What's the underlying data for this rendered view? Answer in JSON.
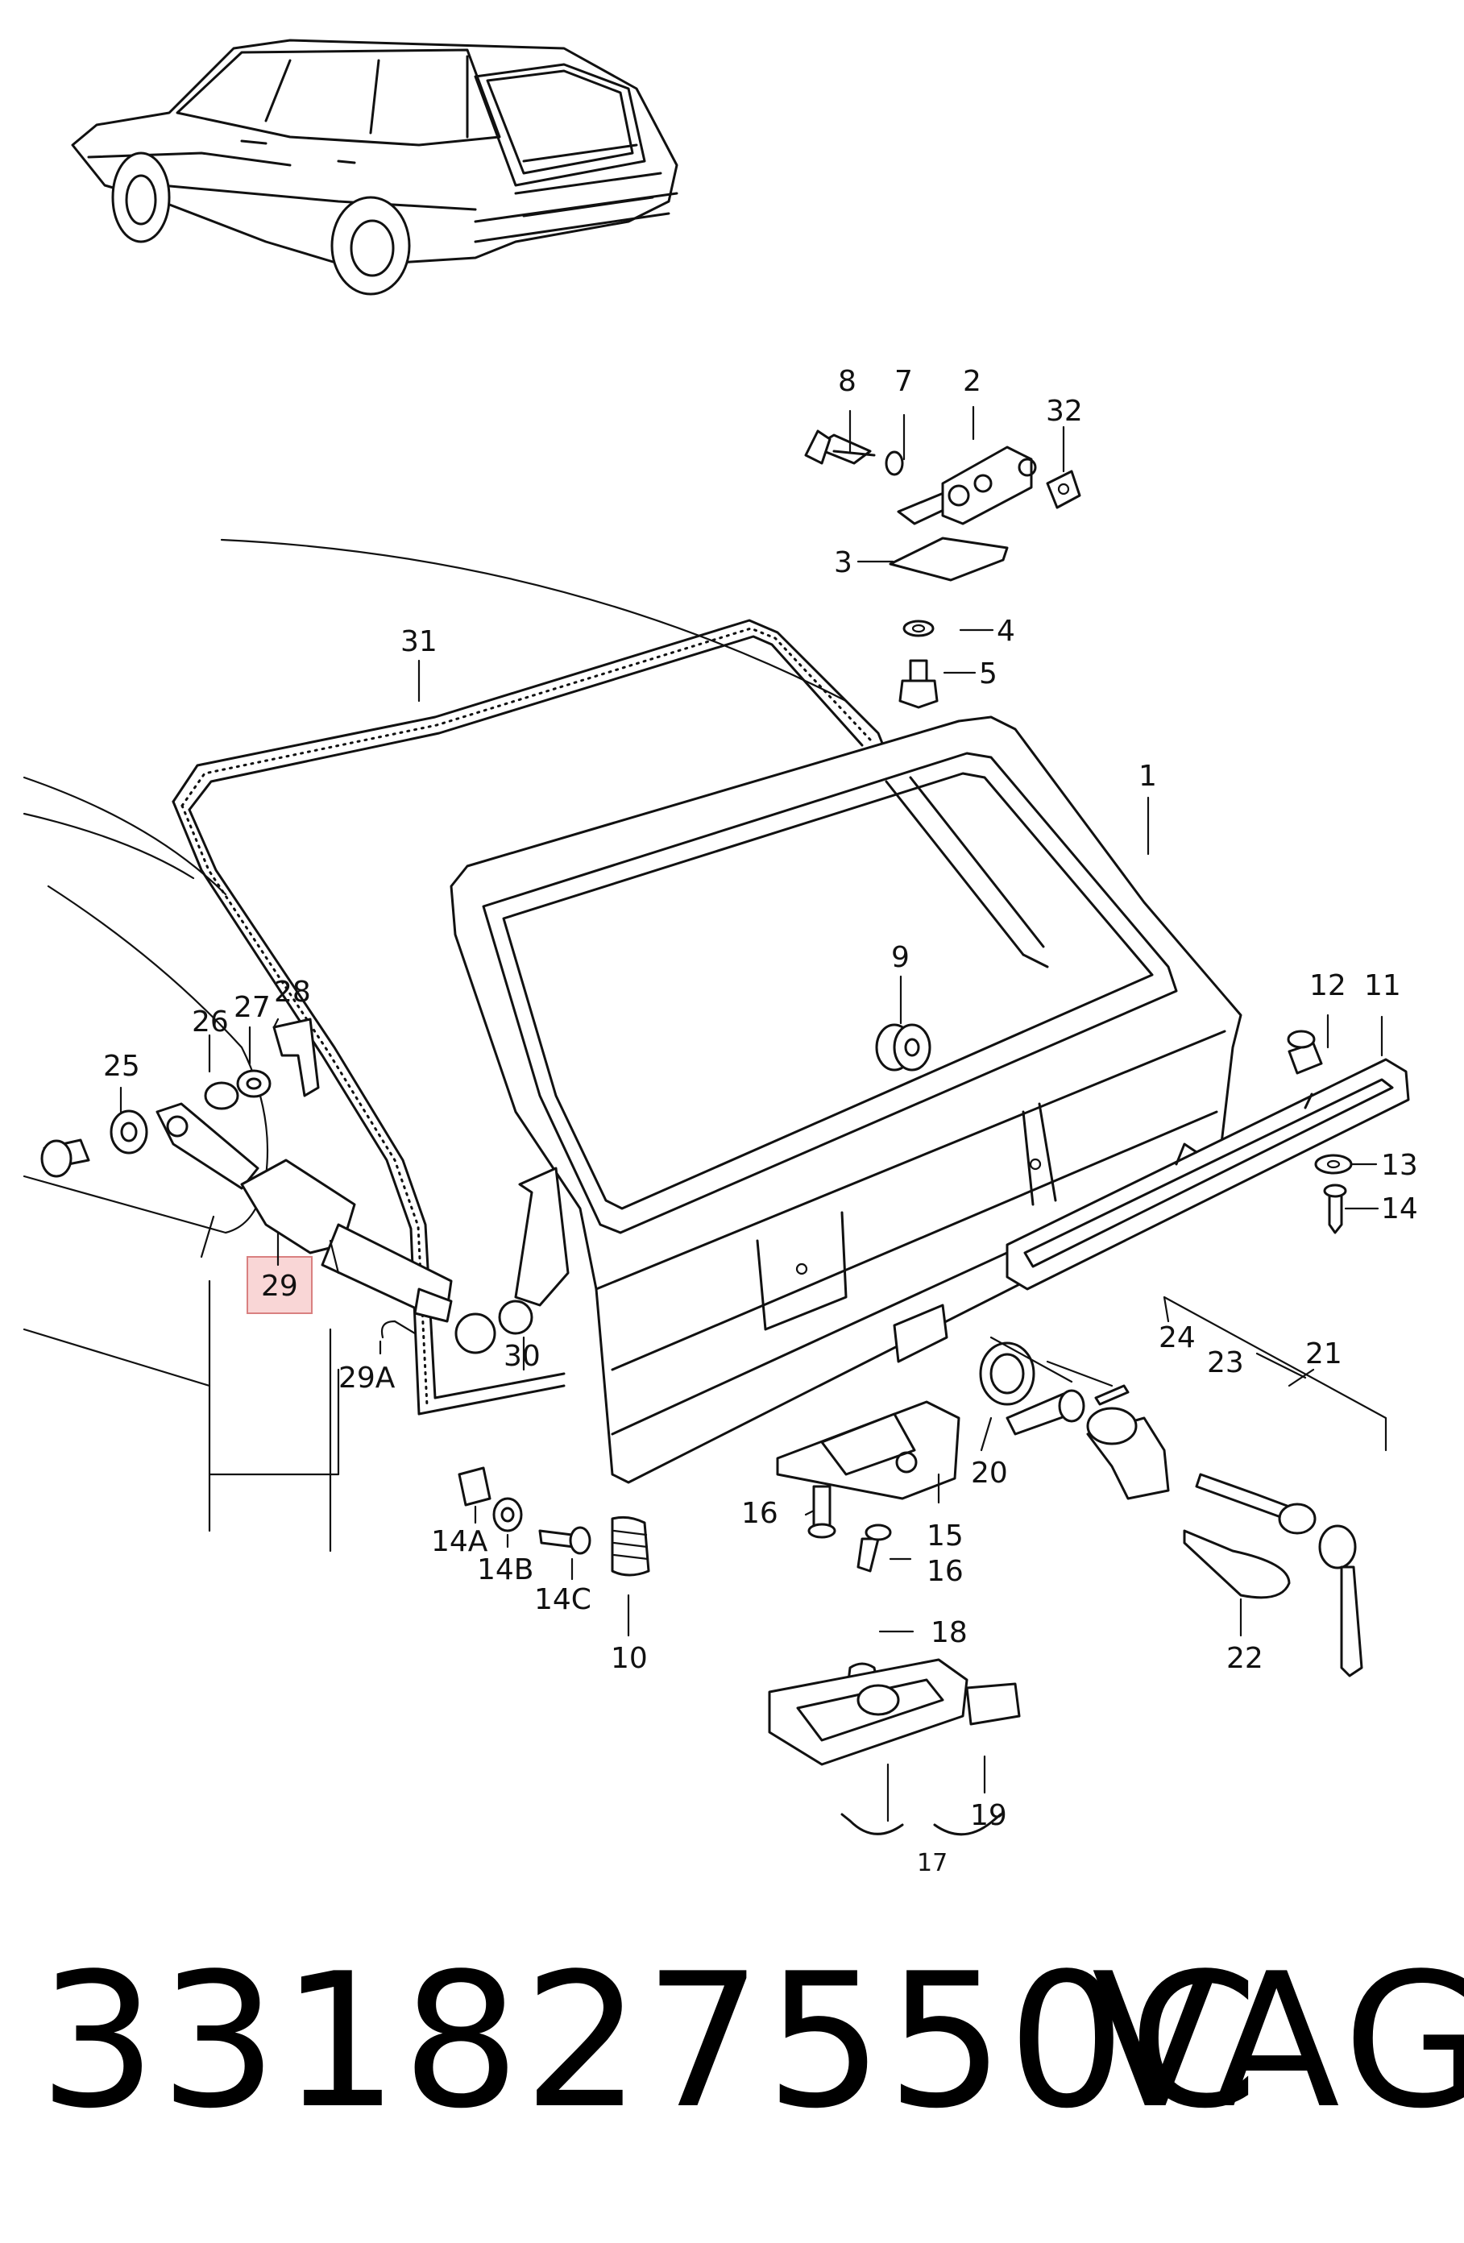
{
  "diagram": {
    "highlight_color": "#f9d6d6",
    "highlight_stroke": "#d98080",
    "callouts": [
      {
        "id": "c8",
        "label": "8"
      },
      {
        "id": "c7",
        "label": "7"
      },
      {
        "id": "c2",
        "label": "2"
      },
      {
        "id": "c32",
        "label": "32"
      },
      {
        "id": "c3",
        "label": "3"
      },
      {
        "id": "c4",
        "label": "4"
      },
      {
        "id": "c5",
        "label": "5"
      },
      {
        "id": "c31",
        "label": "31"
      },
      {
        "id": "c1",
        "label": "1"
      },
      {
        "id": "c9",
        "label": "9"
      },
      {
        "id": "c12",
        "label": "12"
      },
      {
        "id": "c11",
        "label": "11"
      },
      {
        "id": "c13",
        "label": "13"
      },
      {
        "id": "c14",
        "label": "14"
      },
      {
        "id": "c26",
        "label": "26"
      },
      {
        "id": "c27",
        "label": "27"
      },
      {
        "id": "c28",
        "label": "28"
      },
      {
        "id": "c25",
        "label": "25"
      },
      {
        "id": "c29",
        "label": "29"
      },
      {
        "id": "c29a",
        "label": "29A"
      },
      {
        "id": "c30",
        "label": "30"
      },
      {
        "id": "c24",
        "label": "24"
      },
      {
        "id": "c23",
        "label": "23"
      },
      {
        "id": "c21",
        "label": "21"
      },
      {
        "id": "c20",
        "label": "20"
      },
      {
        "id": "c16a",
        "label": "16"
      },
      {
        "id": "c15",
        "label": "15"
      },
      {
        "id": "c16b",
        "label": "16"
      },
      {
        "id": "c14a",
        "label": "14A"
      },
      {
        "id": "c14b",
        "label": "14B"
      },
      {
        "id": "c14c",
        "label": "14C"
      },
      {
        "id": "c10",
        "label": "10"
      },
      {
        "id": "c22",
        "label": "22"
      },
      {
        "id": "c18",
        "label": "18"
      },
      {
        "id": "c19",
        "label": "19"
      },
      {
        "id": "c17",
        "label": "17"
      }
    ]
  },
  "footer": {
    "part_number": "331827550C",
    "brand": "VAG"
  }
}
